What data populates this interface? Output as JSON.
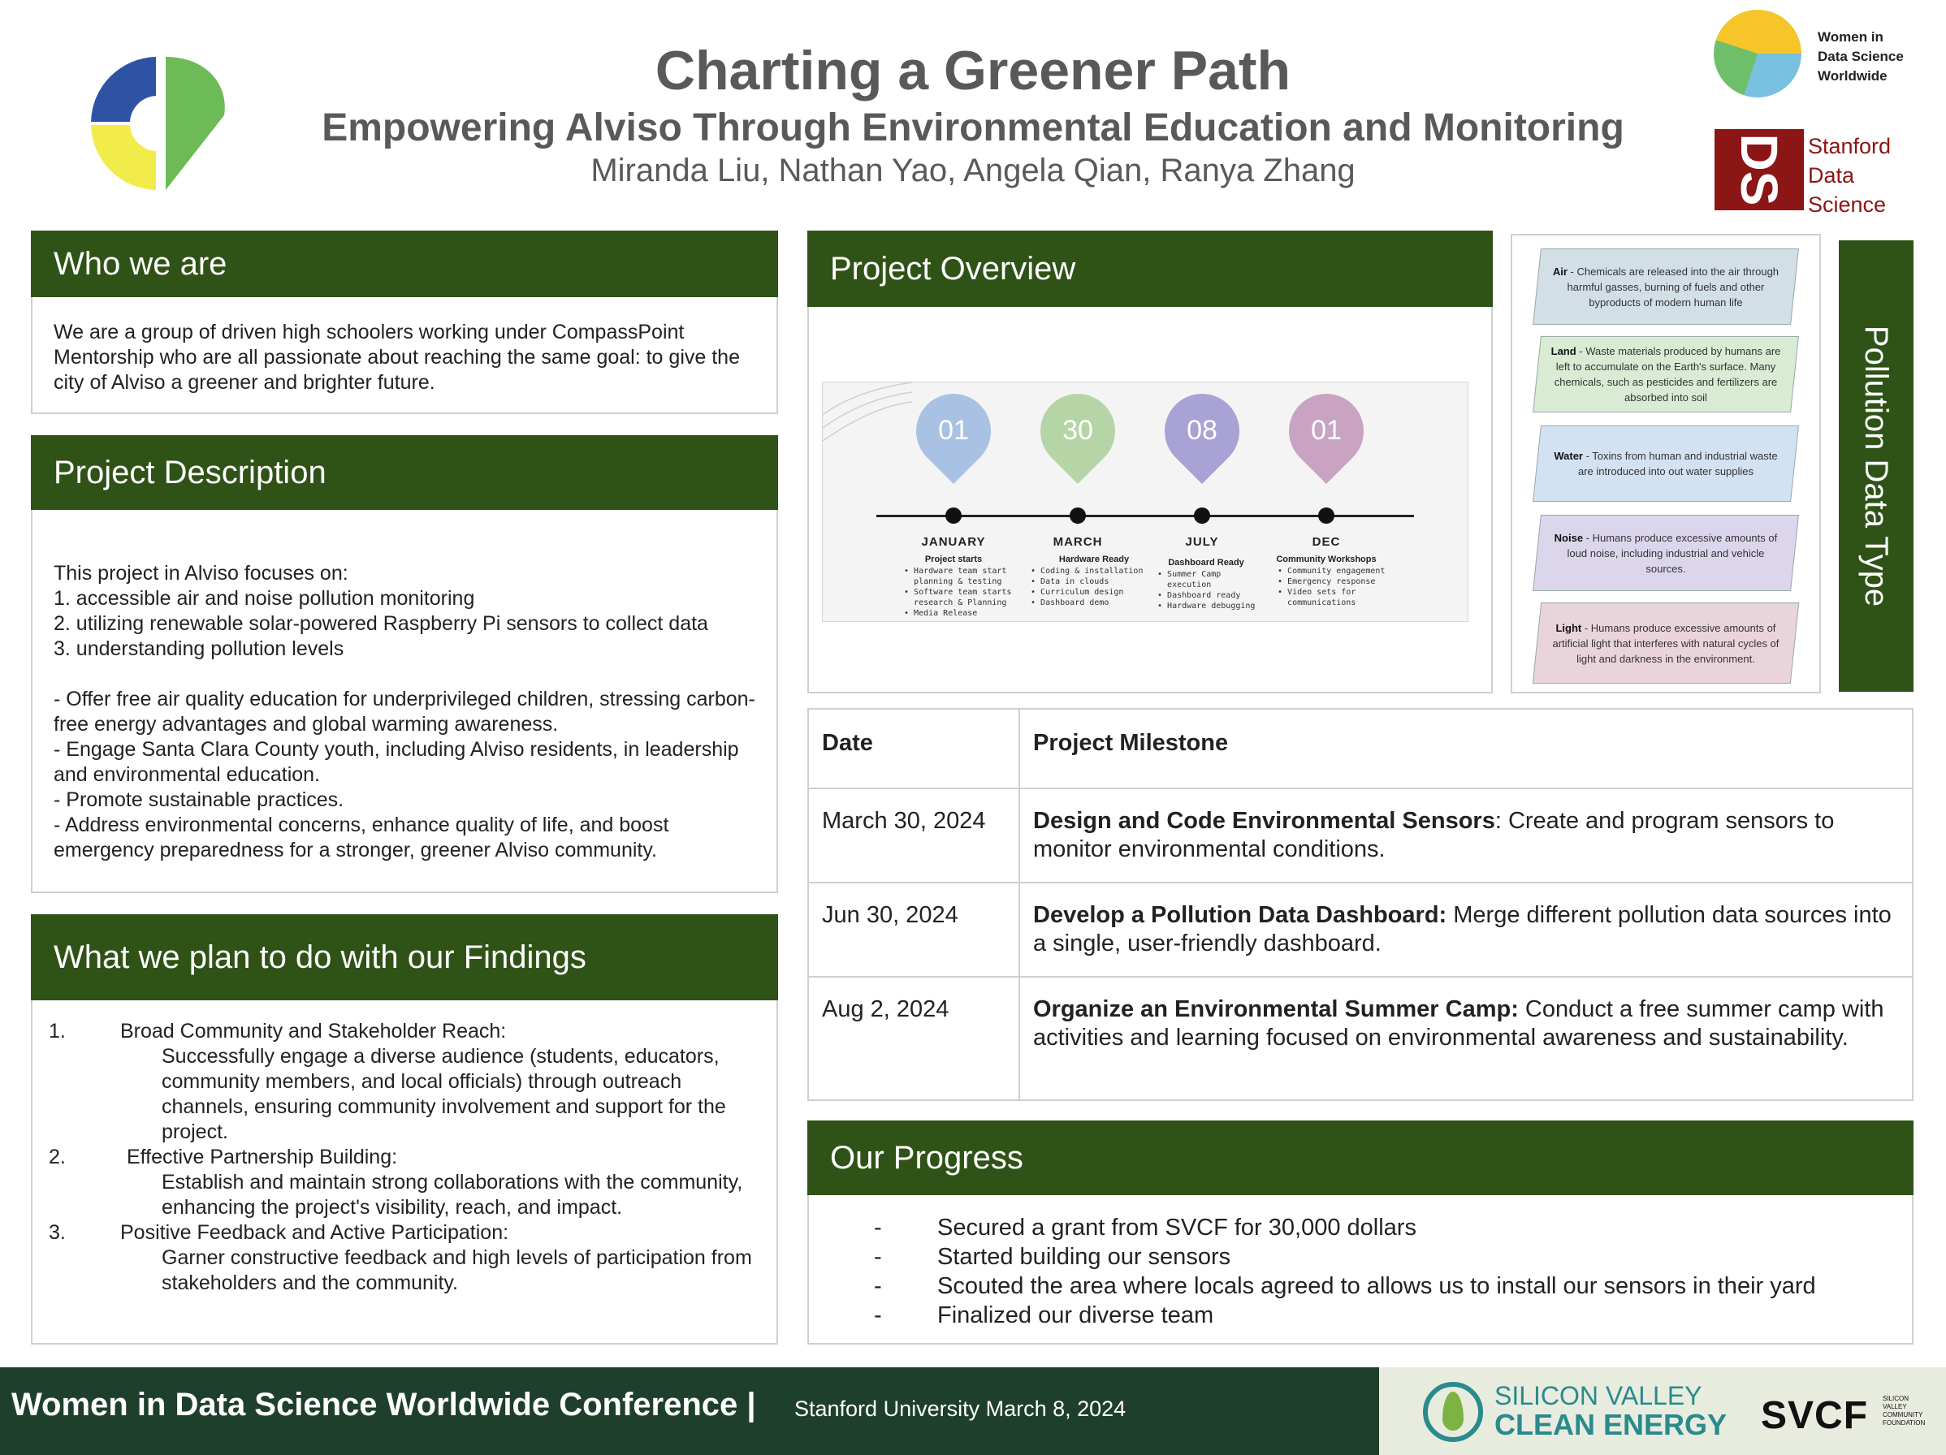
{
  "header": {
    "title": "Charting a Greener Path",
    "subtitle": "Empowering Alviso Through Environmental Education and Monitoring",
    "authors": "Miranda Liu, Nathan Yao, Angela Qian, Ranya Zhang"
  },
  "logos": {
    "widsw_lines": [
      "Women in",
      "Data Science",
      "Worldwide"
    ],
    "stanford_mark": "DS",
    "stanford_lines": [
      "Stanford",
      "Data",
      "Science"
    ]
  },
  "who": {
    "heading": "Who we are",
    "text": "We are a group of driven high schoolers working under CompassPoint Mentorship who are all passionate about reaching the same goal: to give the city of Alviso a greener and brighter future."
  },
  "description": {
    "heading": "Project Description",
    "lines": [
      "This project in Alviso focuses on:",
      "1. accessible air and noise pollution monitoring",
      "2. utilizing renewable solar-powered Raspberry Pi sensors to collect data",
      "3. understanding pollution levels",
      "",
      "- Offer free air quality education for underprivileged children, stressing carbon-free energy advantages and global warming awareness.",
      "- Engage Santa Clara County youth, including Alviso residents, in leadership and environmental education.",
      "- Promote sustainable practices.",
      "- Address environmental concerns, enhance quality of life, and boost emergency preparedness for a stronger, greener Alviso community."
    ]
  },
  "plan": {
    "heading": "What we plan to do with our Findings",
    "items": [
      {
        "num": "1.",
        "title": "Broad Community and Stakeholder Reach:",
        "text": "Successfully engage a diverse audience (students, educators, community members, and local officials) through outreach channels, ensuring community involvement and support for the project."
      },
      {
        "num": "2.",
        "title": "Effective Partnership Building:",
        "text": "Establish and maintain strong collaborations with the community, enhancing the project's visibility, reach, and impact."
      },
      {
        "num": "3.",
        "title": "Positive Feedback and Active Participation:",
        "text": "Garner constructive feedback and high levels of participation from stakeholders and the community."
      }
    ]
  },
  "overview": {
    "heading": "Project Overview",
    "timeline": [
      {
        "num": "01",
        "month": "JANUARY",
        "sub": "Project starts",
        "color": "#a9c1e3",
        "bullets": [
          "Hardware team start",
          "planning & testing",
          "Software team starts",
          "research & Planning",
          "Media Release"
        ]
      },
      {
        "num": "30",
        "month": "MARCH",
        "sub": "Hardware Ready",
        "color": "#b6d5a6",
        "bullets": [
          "Coding & installation",
          "Data in clouds",
          "Curriculum design",
          "Dashboard demo"
        ]
      },
      {
        "num": "08",
        "month": "JULY",
        "sub": "Dashboard Ready",
        "color": "#a9a2d4",
        "bullets": [
          "Summer Camp",
          "execution",
          "Dashboard ready",
          "Hardware debugging"
        ]
      },
      {
        "num": "01",
        "month": "DEC",
        "sub": "Community Workshops",
        "color": "#c9a3c2",
        "bullets": [
          "Community engagement",
          "Emergency response",
          "Video sets for",
          "communications"
        ]
      }
    ]
  },
  "pollution": {
    "label": "Pollution Data Type",
    "cards": [
      {
        "name": "Air",
        "text": " - Chemicals are released into the air through harmful gasses, burning of fuels and other byproducts of modern human life",
        "color": "#d2dfe6"
      },
      {
        "name": "Land",
        "text": " - Waste materials produced by humans are left to accumulate on the Earth's surface. Many chemicals, such as pesticides and fertilizers are absorbed into soil",
        "color": "#d9ebd3"
      },
      {
        "name": "Water",
        "text": " - Toxins from human and industrial waste are introduced into out water supplies",
        "color": "#d2e2f3"
      },
      {
        "name": "Noise",
        "text": " - Humans produce excessive amounts of loud noise, including industrial and vehicle sources.",
        "color": "#dcd6ec"
      },
      {
        "name": "Light",
        "text": " - Humans produce excessive amounts of artificial light that interferes with natural cycles of light and darkness in the environment.",
        "color": "#ead4dc"
      }
    ]
  },
  "milestones": {
    "col_date": "Date",
    "col_milestone": "Project Milestone",
    "rows": [
      {
        "date": "March 30, 2024",
        "bold": "Design and Code Environmental Sensors",
        "text": ": Create and program sensors to monitor environmental conditions."
      },
      {
        "date": "Jun 30, 2024",
        "bold": "Develop a Pollution Data Dashboard:",
        "text": " Merge different pollution data sources into a single, user-friendly dashboard."
      },
      {
        "date": "Aug 2, 2024",
        "bold": "Organize an Environmental Summer Camp:",
        "text": " Conduct a free summer camp with activities and learning focused on environmental awareness and sustainability."
      }
    ]
  },
  "progress": {
    "heading": "Our Progress",
    "items": [
      "Secured a grant from SVCF for 30,000 dollars",
      "Started building our sensors",
      "Scouted the area where locals agreed to allows us to install our sensors in their yard",
      "Finalized our diverse team"
    ]
  },
  "footer": {
    "conference": "Women in Data Science Worldwide Conference |",
    "place": "Stanford University March 8, 2024",
    "svce_line1": "SILICON VALLEY",
    "svce_line2": "CLEAN ENERGY",
    "svcf": "SVCF",
    "svcf_small": [
      "SILICON",
      "VALLEY",
      "COMMUNITY",
      "FOUNDATION"
    ]
  },
  "colors": {
    "section_head": "#2f5216",
    "footer": "#1e3f2c",
    "title_gray": "#595959"
  }
}
